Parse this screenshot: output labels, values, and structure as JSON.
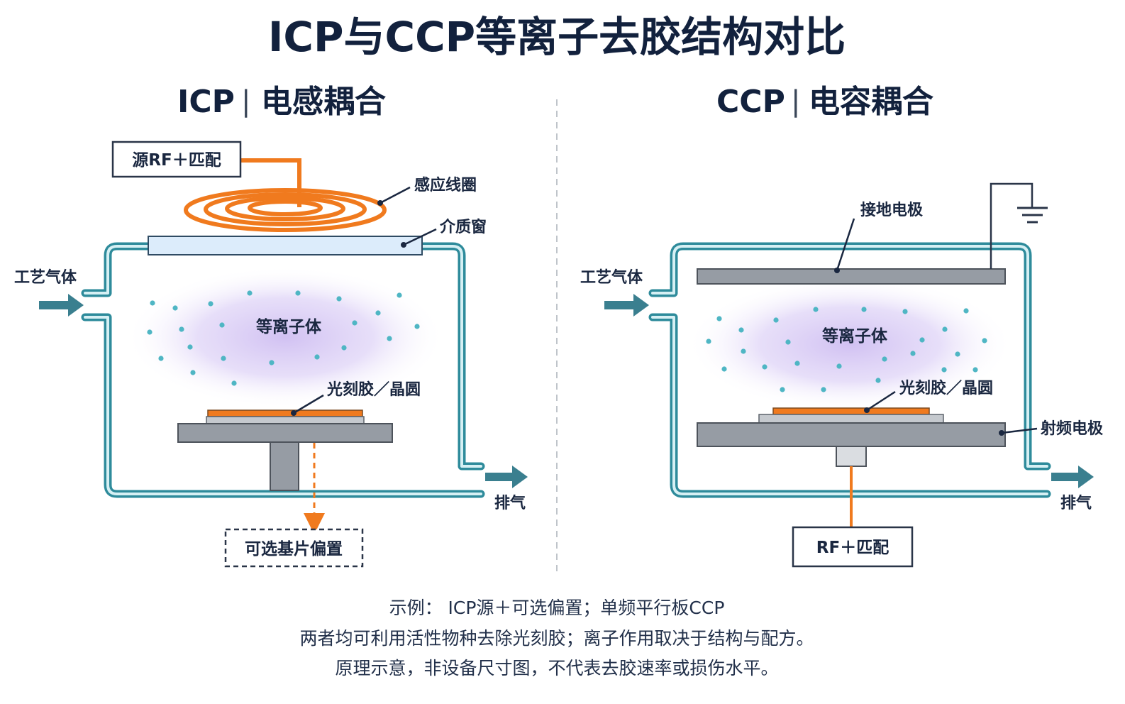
{
  "title": "ICP与CCP等离子去胶结构对比",
  "colors": {
    "chamber": "#3b96a6",
    "coil": "#f07a1e",
    "plasma": "#c7b3ee",
    "electrode": "#8f969e",
    "arrow": "#3a7f8f",
    "text": "#14233c"
  },
  "icp": {
    "heading_main": "ICP",
    "heading_sep": "|",
    "heading_sub": "电感耦合",
    "source_box": "源RF＋匹配",
    "coil_label": "感应线圈",
    "window_label": "介质窗",
    "gas_in": "工艺气体",
    "plasma": "等离子体",
    "wafer_label": "光刻胶／晶圆",
    "exhaust": "排气",
    "bias_box": "可选基片偏置"
  },
  "ccp": {
    "heading_main": "CCP",
    "heading_sep": "|",
    "heading_sub": "电容耦合",
    "ground_label": "接地电极",
    "gas_in": "工艺气体",
    "plasma": "等离子体",
    "wafer_label": "光刻胶／晶圆",
    "rf_electrode_label": "射频电极",
    "exhaust": "排气",
    "rf_box": "RF＋匹配"
  },
  "notes": [
    "示例： ICP源＋可选偏置；单频平行板CCP",
    "两者均可利用活性物种去除光刻胶；离子作用取决于结构与配方。",
    "原理示意，非设备尺寸图，不代表去胶速率或损伤水平。"
  ]
}
